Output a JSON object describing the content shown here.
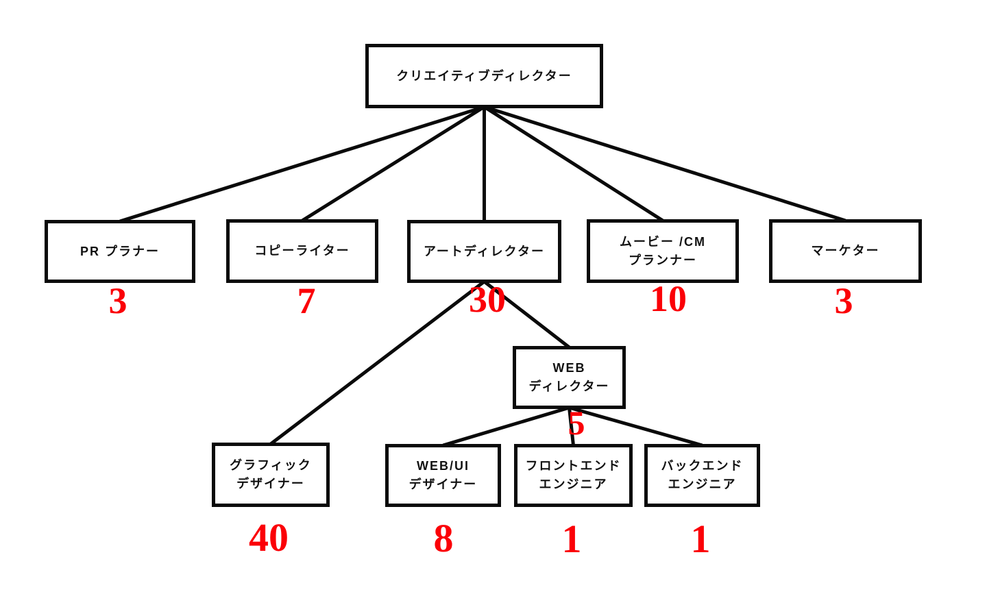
{
  "diagram": {
    "type": "org-chart",
    "accent_color": "#fb0007",
    "box_border_color": "#0a0a0a",
    "background_color": "#ffffff",
    "nodes": [
      {
        "id": "creative-director",
        "label": "クリエイティブディレクター",
        "count": null
      },
      {
        "id": "pr-planner",
        "label": "PR プラナー",
        "count": "3"
      },
      {
        "id": "copywriter",
        "label": "コピーライター",
        "count": "7"
      },
      {
        "id": "art-director",
        "label": "アートディレクター",
        "count": "30"
      },
      {
        "id": "movie-cm-planner",
        "label": "ムービー /CM\nプランナー",
        "count": "10"
      },
      {
        "id": "marketer",
        "label": "マーケター",
        "count": "3"
      },
      {
        "id": "web-director",
        "label": "WEB\nディレクター",
        "count": "5"
      },
      {
        "id": "graphic-designer",
        "label": "グラフィック\nデザイナー",
        "count": "40"
      },
      {
        "id": "webui-designer",
        "label": "WEB/UI\nデザイナー",
        "count": "8"
      },
      {
        "id": "frontend-engineer",
        "label": "フロントエンド\nエンジニア",
        "count": "1"
      },
      {
        "id": "backend-engineer",
        "label": "バックエンド\nエンジニア",
        "count": "1"
      }
    ],
    "edges": [
      {
        "from": "creative-director",
        "to": "pr-planner"
      },
      {
        "from": "creative-director",
        "to": "copywriter"
      },
      {
        "from": "creative-director",
        "to": "art-director"
      },
      {
        "from": "creative-director",
        "to": "movie-cm-planner"
      },
      {
        "from": "creative-director",
        "to": "marketer"
      },
      {
        "from": "art-director",
        "to": "graphic-designer"
      },
      {
        "from": "art-director",
        "to": "web-director"
      },
      {
        "from": "web-director",
        "to": "webui-designer"
      },
      {
        "from": "web-director",
        "to": "frontend-engineer"
      },
      {
        "from": "web-director",
        "to": "backend-engineer"
      }
    ]
  }
}
